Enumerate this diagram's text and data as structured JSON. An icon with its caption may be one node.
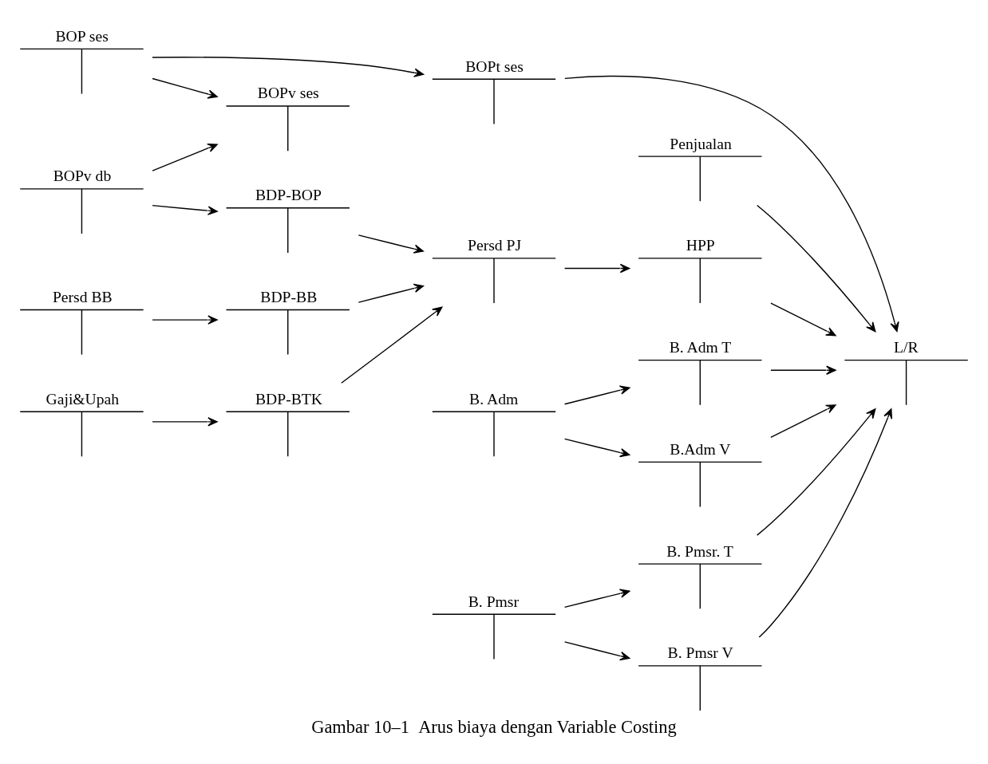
{
  "diagram": {
    "caption": "Gambar 10–1  Arus biaya dengan Variable Costing",
    "nodes": [
      {
        "text": [
          "Persd BB"
        ]
      },
      {
        "text": [
          "BDP-BB"
        ]
      },
      {
        "text": [
          "Persd PJ"
        ]
      },
      {
        "text": [
          "Gaji&Upah"
        ]
      },
      {
        "text": [
          "BDP-BTK"
        ]
      },
      {
        "text": [
          "BOPv ses"
        ]
      },
      {
        "text": [
          "BOP ses"
        ]
      },
      {
        "text": [
          "BOPv db"
        ]
      },
      {
        "text": [
          "BDP-BOP"
        ]
      },
      {
        "text": [
          "HPP"
        ]
      },
      {
        "text": [
          "Penjualan"
        ]
      },
      {
        "text": [
          "BOPt ses"
        ]
      },
      {
        "text": [
          "L/R"
        ]
      },
      {
        "text": [
          "B. Adm"
        ]
      },
      {
        "text": [
          "B.Adm V"
        ]
      },
      {
        "text": [
          "B. Adm T"
        ]
      },
      {
        "text": [
          "B. Pmsr"
        ]
      },
      {
        "text": [
          "B. Pmsr V"
        ]
      },
      {
        "text": [
          "B. Pmsr. T"
        ]
      }
    ],
    "edges": [
      {
        "from": 0,
        "to": 1,
        "arrow": "to"
      },
      {
        "from": 3,
        "to": 4,
        "arrow": "to"
      },
      {
        "from": 1,
        "to": 2,
        "arrow": "to"
      },
      {
        "from": 4,
        "to": 2,
        "arrow": "to"
      },
      {
        "from": 8,
        "to": 2,
        "arrow": "to"
      },
      {
        "from": 2,
        "to": 9,
        "arrow": "to"
      },
      {
        "from": 9,
        "to": 12,
        "arrow": "to"
      },
      {
        "from": 10,
        "to": 12,
        "arrow": "to"
      },
      {
        "from": 6,
        "to": 5,
        "arrow": "to"
      },
      {
        "from": 6,
        "to": 11,
        "arrow": "to"
      },
      {
        "from": 7,
        "to": 5,
        "arrow": "to"
      },
      {
        "from": 7,
        "to": 8,
        "arrow": "to"
      },
      {
        "from": 11,
        "to": 12,
        "arrow": "to"
      },
      {
        "from": 13,
        "to": 14,
        "arrow": "to"
      },
      {
        "from": 13,
        "to": 15,
        "arrow": "to"
      },
      {
        "from": 14,
        "to": 12,
        "arrow": "to"
      },
      {
        "from": 15,
        "to": 12,
        "arrow": "to"
      },
      {
        "from": 16,
        "to": 17,
        "arrow": "to"
      },
      {
        "from": 16,
        "to": 18,
        "arrow": "to"
      },
      {
        "from": 17,
        "to": 12,
        "arrow": "to"
      },
      {
        "from": 18,
        "to": 12,
        "arrow": "to"
      }
    ]
  }
}
